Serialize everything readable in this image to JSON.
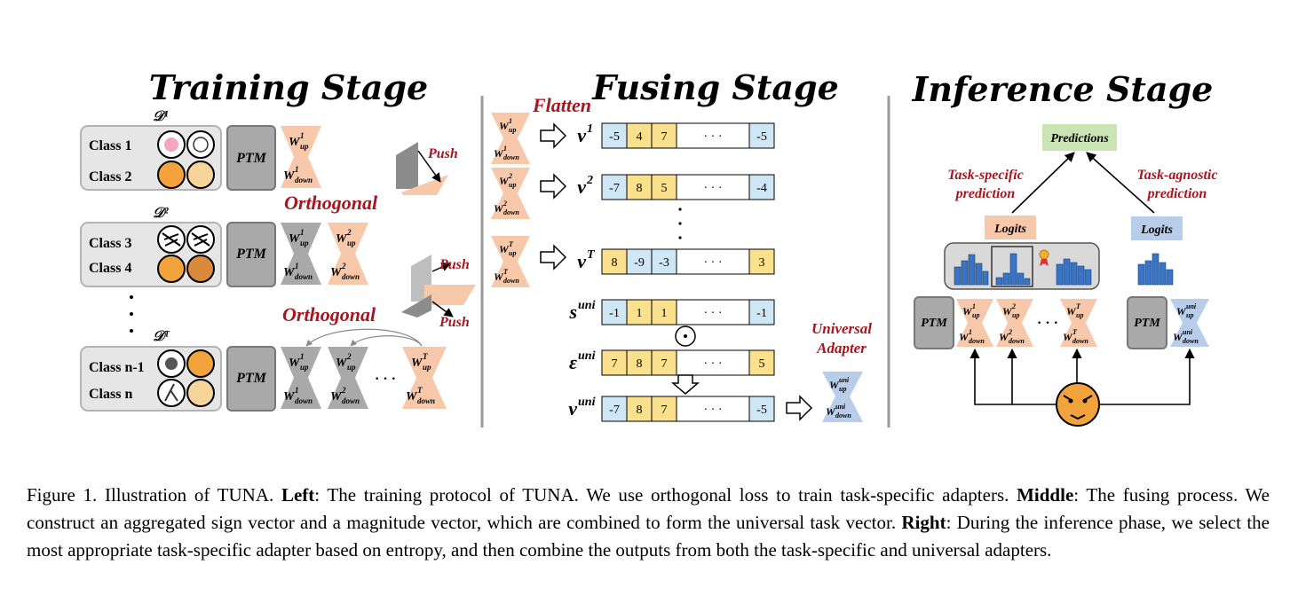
{
  "stages": {
    "training": "Training Stage",
    "fusing": "Fusing Stage",
    "inference": "Inference Stage"
  },
  "training": {
    "datasets": [
      {
        "label": "𝒟¹",
        "classes": [
          "Class 1",
          "Class 2"
        ]
      },
      {
        "label": "𝒟²",
        "classes": [
          "Class 3",
          "Class 4"
        ]
      },
      {
        "label": "𝒟ᵀ",
        "classes": [
          "Class n-1",
          "Class n"
        ]
      }
    ],
    "ptm": "PTM",
    "orthogonal": "Orthogonal",
    "push": "Push",
    "dots": "· · ·",
    "vdots": "·"
  },
  "weights": {
    "w": "W",
    "up": "up",
    "down": "down",
    "sup1": "1",
    "sup2": "2",
    "supT": "T",
    "supUni": "uni"
  },
  "fusing": {
    "flatten": "Flatten",
    "vectors": [
      {
        "name": "v",
        "sup": "1",
        "cells": [
          "-5",
          "4",
          "7",
          "· · ·",
          "-5"
        ]
      },
      {
        "name": "v",
        "sup": "2",
        "cells": [
          "-7",
          "8",
          "5",
          "· · ·",
          "-4"
        ]
      },
      {
        "name": "v",
        "sup": "T",
        "cells": [
          "8",
          "-9",
          "-3",
          "· · ·",
          "3"
        ]
      },
      {
        "name": "s",
        "sup": "uni",
        "cells": [
          "-1",
          "1",
          "1",
          "· · ·",
          "-1"
        ]
      },
      {
        "name": "ε",
        "sup": "uni",
        "cells": [
          "7",
          "8",
          "7",
          "· · ·",
          "5"
        ]
      },
      {
        "name": "v",
        "sup": "uni",
        "cells": [
          "-7",
          "8",
          "7",
          "· · ·",
          "-5"
        ]
      }
    ],
    "odot": "⊙",
    "universal_adapter": [
      "Universal",
      "Adapter"
    ]
  },
  "inference": {
    "predictions": "Predictions",
    "task_specific": [
      "Task-specific",
      "prediction"
    ],
    "task_agnostic": [
      "Task-agnostic",
      "prediction"
    ],
    "logits_left": "Logits",
    "logits_right": "Logits",
    "ptm_left": "PTM",
    "ptm_right": "PTM",
    "dots": "· · ·"
  },
  "caption": {
    "figure_label": "Figure 1.",
    "intro": "Illustration of TUNA.",
    "left_label": "Left",
    "left_text": ": The training protocol of TUNA. We use orthogonal loss to train task-specific adapters.",
    "middle_label": "Middle",
    "middle_text": ": The fusing process. We construct an aggregated sign vector and a magnitude vector, which are combined to form the universal task vector.",
    "right_label": "Right",
    "right_text": ": During the inference phase, we select the most appropriate task-specific adapter based on entropy, and then combine the outputs from both the task-specific and universal adapters."
  },
  "colors": {
    "orange": "#f8c8aa",
    "gray": "#a9a9a9",
    "blue": "#b8cdea",
    "cell_blue": "#cfe6f5",
    "cell_yellow": "#fbe08d",
    "green": "#c9e5b4",
    "red": "#a6161f",
    "bar": "#3b74c4"
  }
}
